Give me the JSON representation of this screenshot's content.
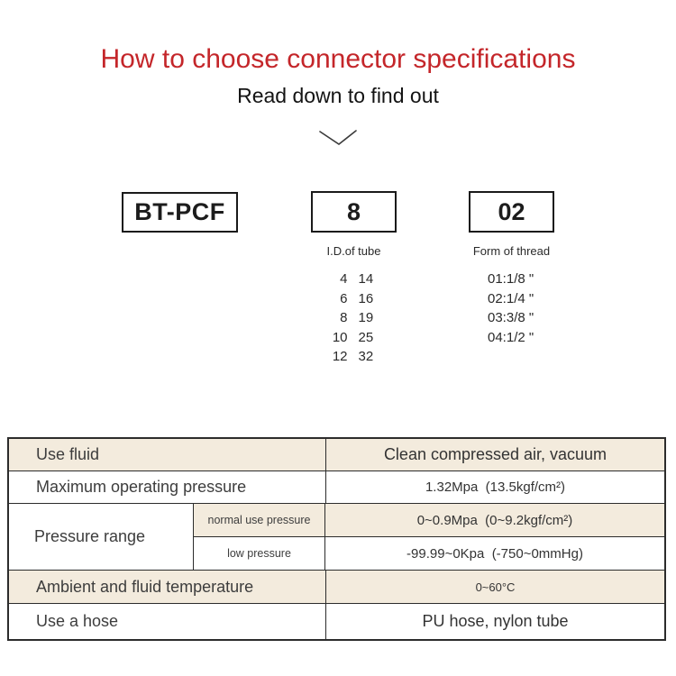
{
  "header": {
    "title": "How to choose connector specifications",
    "subtitle": "Read down to find out",
    "title_color": "#c4262a"
  },
  "model_code": {
    "prefix_box": "BT-PCF",
    "tube_box": "8",
    "thread_box": "02",
    "tube_caption": "I.D.of tube",
    "thread_caption": "Form of thread",
    "tube_sizes": [
      [
        "4",
        "14"
      ],
      [
        "6",
        "16"
      ],
      [
        "8",
        "19"
      ],
      [
        "10",
        "25"
      ],
      [
        "12",
        "32"
      ]
    ],
    "thread_options": [
      "01:1/8 \"",
      "02:1/4 \"",
      "03:3/8 \"",
      "04:1/2 \""
    ]
  },
  "spec_table": {
    "stripe_color": "#f3ebdd",
    "rows": [
      {
        "label": "Use fluid",
        "value": "Clean compressed air, vacuum"
      },
      {
        "label": "Maximum operating pressure",
        "value": "1.32Mpa  (13.5kgf/cm²)"
      },
      {
        "label": "Pressure range",
        "sub_rows": [
          {
            "label": "normal use pressure",
            "value": "0~0.9Mpa  (0~9.2kgf/cm²)"
          },
          {
            "label": "low pressure",
            "value": "-99.99~0Kpa  (-750~0mmHg)"
          }
        ]
      },
      {
        "label": "Ambient and fluid temperature",
        "value": "0~60°C"
      },
      {
        "label": "Use a hose",
        "value": "PU hose, nylon tube"
      }
    ]
  }
}
